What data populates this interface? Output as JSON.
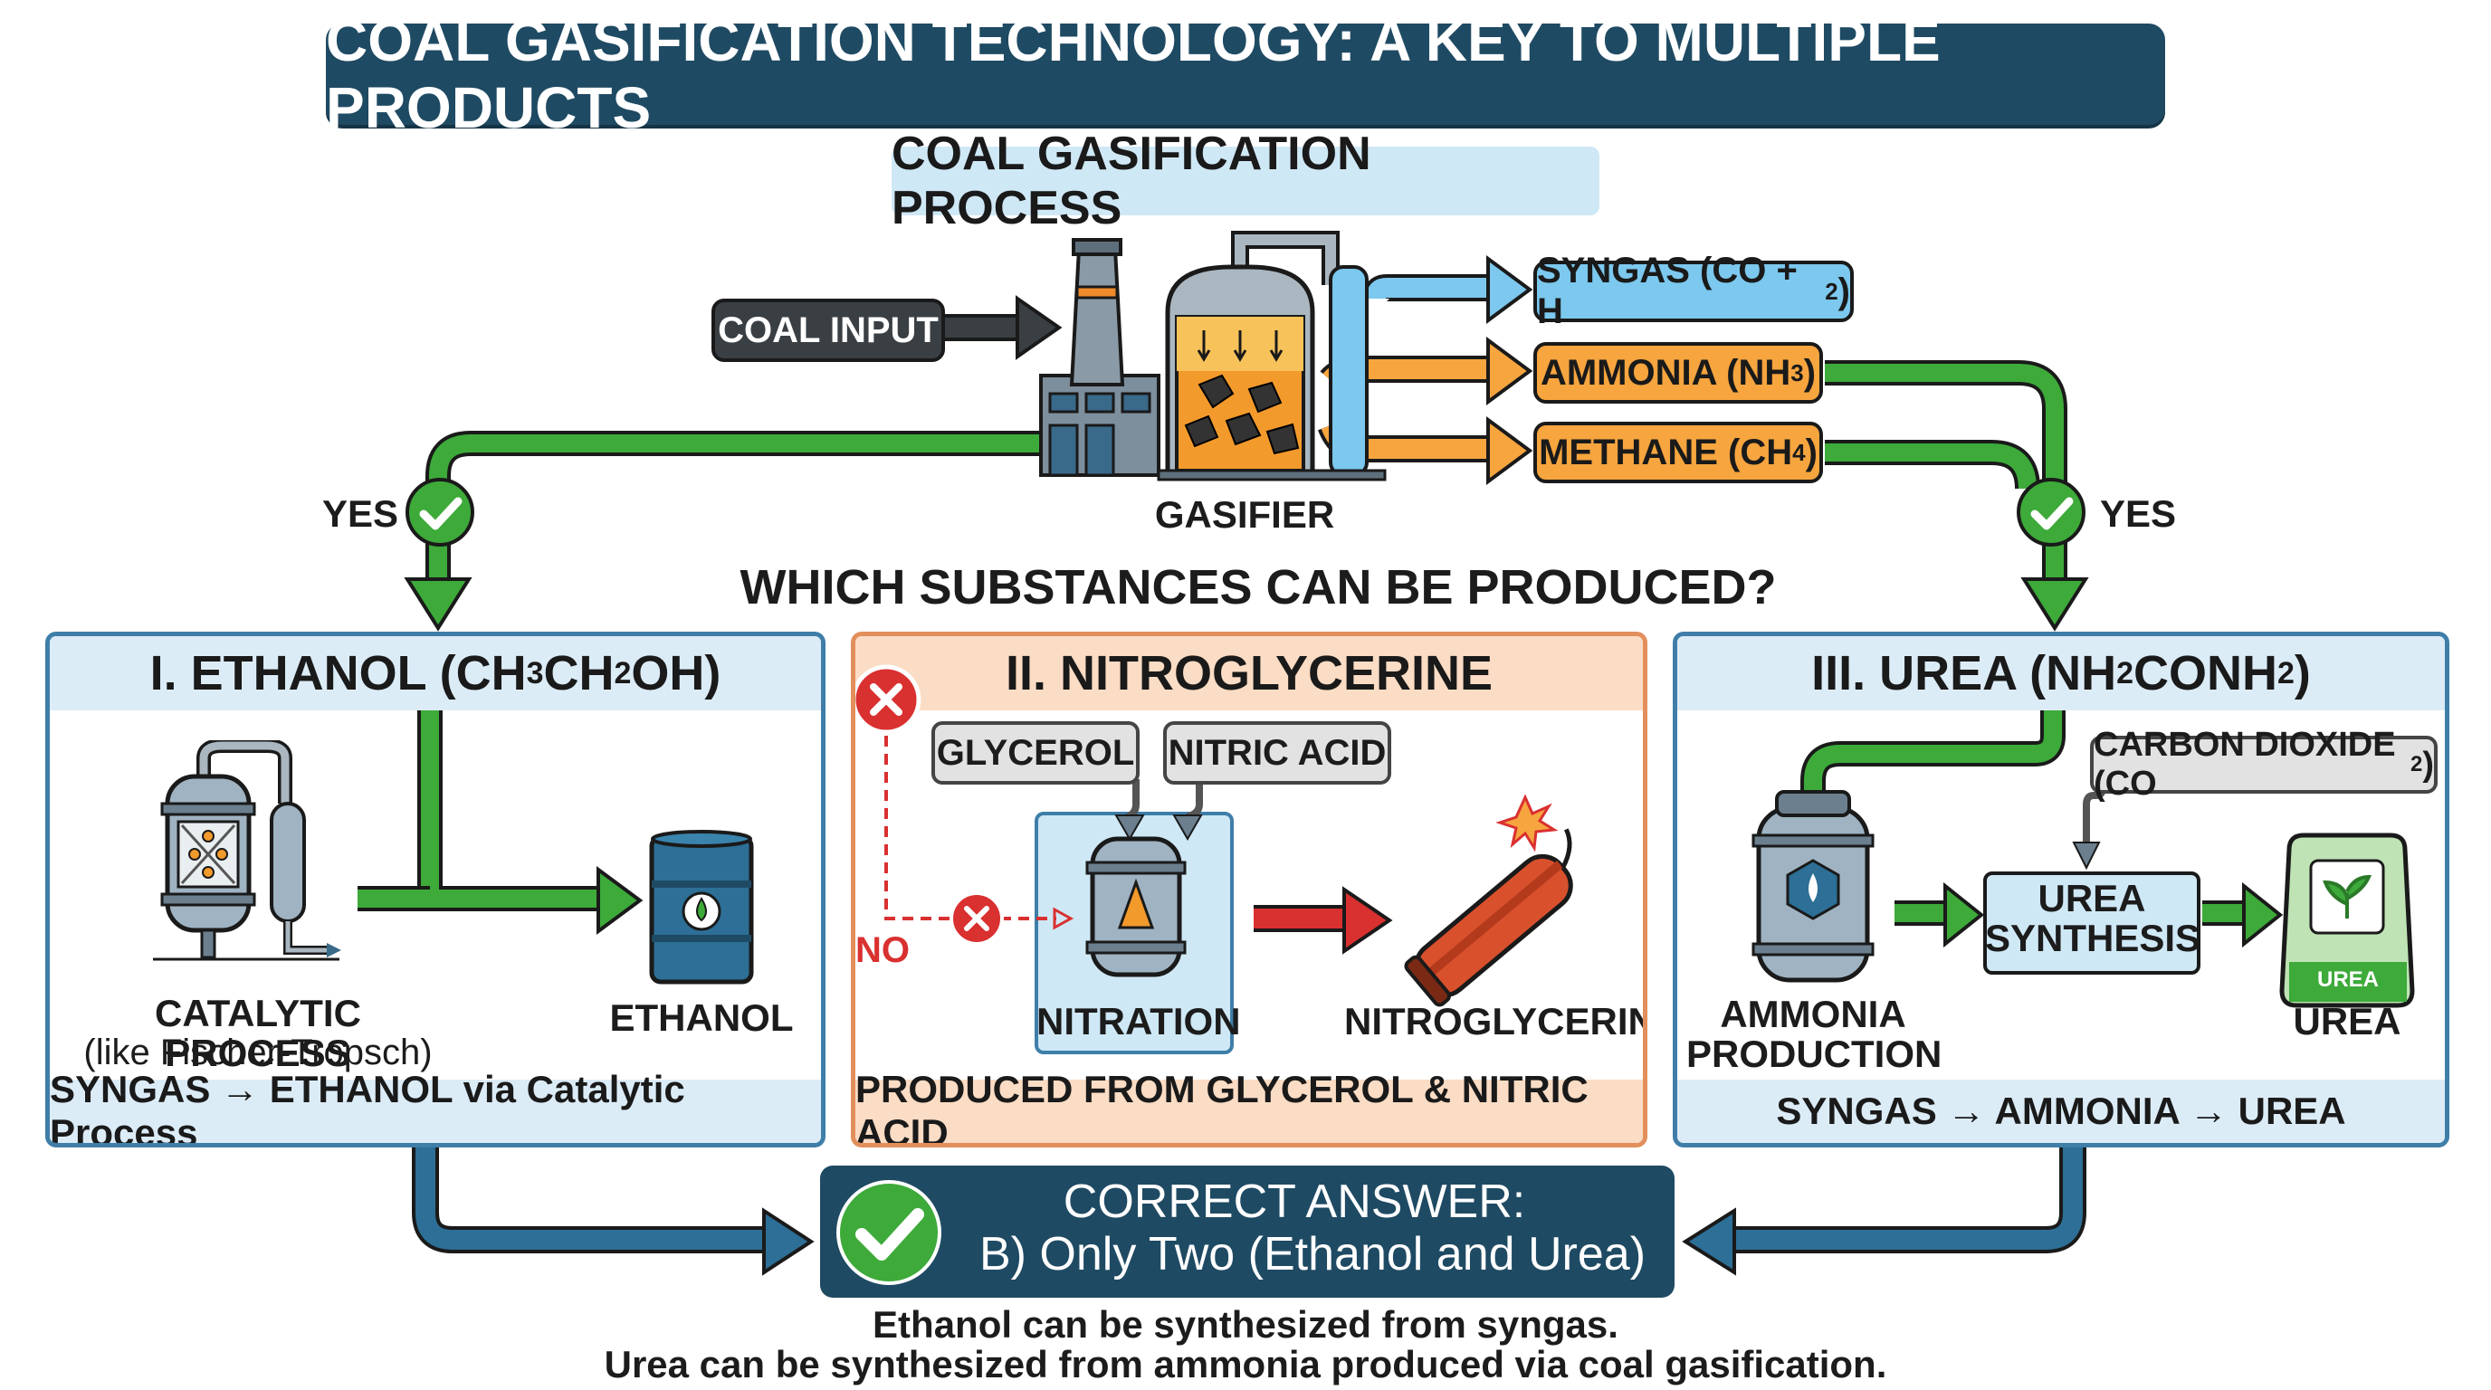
{
  "title": "COAL GASIFICATION TECHNOLOGY: A KEY TO MULTIPLE PRODUCTS",
  "process_label": "COAL GASIFICATION PROCESS",
  "coal_input": "COAL INPUT",
  "gasifier_label": "GASIFIER",
  "outputs": {
    "syngas": {
      "text": "SYNGAS (CO + H",
      "sub": "2",
      "end": ")"
    },
    "ammonia": {
      "text": "AMMONIA (NH",
      "sub": "3",
      "end": ")"
    },
    "methane": {
      "text": "METHANE (CH",
      "sub": "4",
      "end": ")"
    }
  },
  "question": "WHICH SUBSTANCES CAN BE PRODUCED?",
  "yes_left": "YES",
  "yes_right": "YES",
  "panels": {
    "ethanol": {
      "head_a": "I. ETHANOL (CH",
      "head_s1": "3",
      "head_b": "CH",
      "head_s2": "2",
      "head_c": "OH)",
      "process_line1": "CATALYTIC PROCESS",
      "process_line2": "(like Fischer-Tropsch)",
      "product": "ETHANOL",
      "footer": "SYNGAS → ETHANOL via Catalytic Process"
    },
    "nitro": {
      "head": "II. NITROGLYCERINE",
      "input1": "GLYCEROL",
      "input2": "NITRIC ACID",
      "process": "NITRATION",
      "product": "NITROGLYCERINE",
      "no_label": "NO",
      "footer": "PRODUCED FROM GLYCEROL & NITRIC ACID"
    },
    "urea": {
      "head_a": "III. UREA (NH",
      "head_s1": "2",
      "head_b": "CONH",
      "head_s2": "2",
      "head_c": ")",
      "co2_a": "CARBON DIOXIDE (CO",
      "co2_s": "2",
      "co2_b": ")",
      "step1_line1": "AMMONIA",
      "step1_line2": "PRODUCTION",
      "step2_line1": "UREA",
      "step2_line2": "SYNTHESIS",
      "bag_label": "UREA",
      "product": "UREA",
      "footer": "SYNGAS → AMMONIA → UREA"
    }
  },
  "answer": {
    "title": "CORRECT ANSWER:",
    "text": "B) Only Two (Ethanol and Urea)"
  },
  "explanation": {
    "line1": "Ethanol can be synthesized from syngas.",
    "line2": "Urea can be synthesized from ammonia produced via coal gasification."
  },
  "colors": {
    "banner": "#1f4a63",
    "green_flow": "#3daa3a",
    "orange_flow": "#f6a53f",
    "blue_flow": "#7cc8ee",
    "red_no": "#d93030"
  }
}
